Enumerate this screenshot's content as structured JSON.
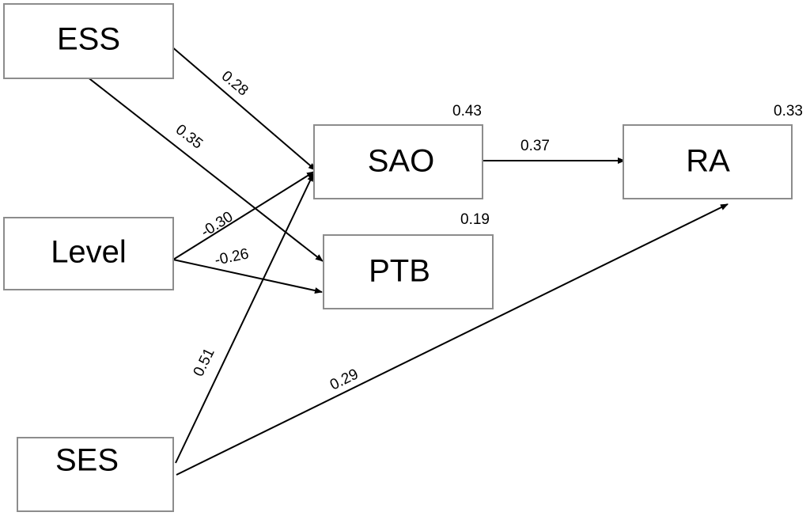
{
  "nodes": {
    "ess": {
      "label": "ESS"
    },
    "level": {
      "label": "Level"
    },
    "ses": {
      "label": "SES"
    },
    "sao": {
      "label": "SAO",
      "r2": "0.43"
    },
    "ptb": {
      "label": "PTB",
      "r2": "0.19"
    },
    "ra": {
      "label": "RA",
      "r2": "0.33"
    }
  },
  "paths": {
    "ess_sao": {
      "from": "ESS",
      "to": "SAO",
      "coef": "0.28"
    },
    "ess_ptb": {
      "from": "ESS",
      "to": "PTB",
      "coef": "0.35"
    },
    "level_sao": {
      "from": "Level",
      "to": "SAO",
      "coef": "-0.30"
    },
    "level_ptb": {
      "from": "Level",
      "to": "PTB",
      "coef": "-0.26"
    },
    "ses_sao": {
      "from": "SES",
      "to": "SAO",
      "coef": "0.51"
    },
    "ses_ra": {
      "from": "SES",
      "to": "RA",
      "coef": "0.29"
    },
    "sao_ra": {
      "from": "SAO",
      "to": "RA",
      "coef": "0.37"
    }
  },
  "colors": {
    "box_border": "#8c8c8c",
    "line": "#000000",
    "text": "#000000"
  }
}
